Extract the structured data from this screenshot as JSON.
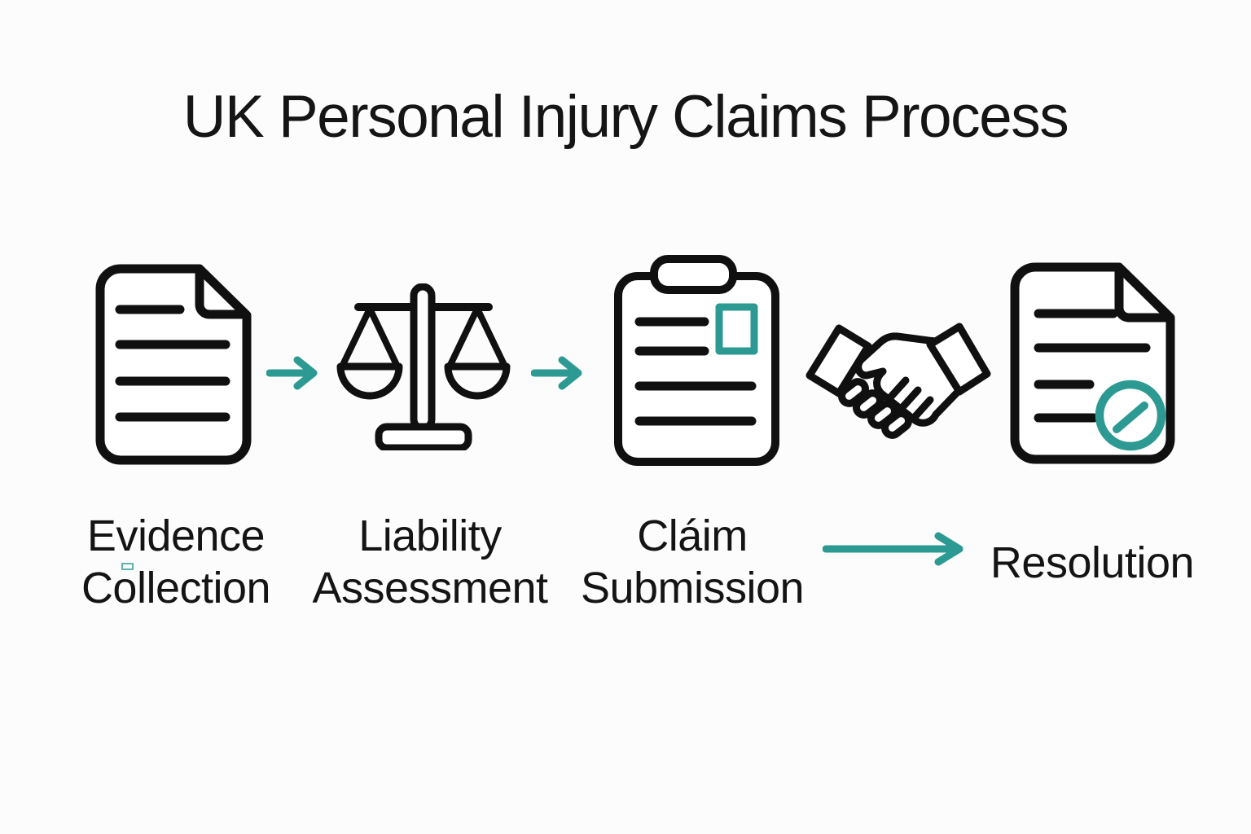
{
  "diagram": {
    "title": "UK Personal Injury Claims Process",
    "colors": {
      "accent_teal": "#2c9a92",
      "ink_black": "#141414",
      "background": "#fcfcfc"
    },
    "steps": [
      {
        "line1": "Evidence",
        "line2": "Collection",
        "icon": "document-icon"
      },
      {
        "line1": "Liability",
        "line2": "Assessment",
        "icon": "scales-of-justice-icon"
      },
      {
        "line1": "Cláim",
        "line2": "Submission",
        "icon": "clipboard-icon"
      },
      {
        "line1": "Resolution",
        "line2": "",
        "icon": "handshake-icon, approved-document-icon"
      }
    ],
    "connectors": [
      "arrow-right",
      "arrow-right",
      "arrow-right"
    ]
  }
}
